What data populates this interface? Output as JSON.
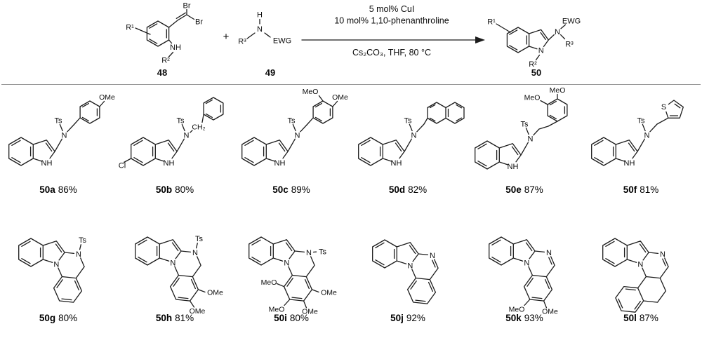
{
  "scheme": {
    "conditions": {
      "line1": "5 mol% CuI",
      "line2": "10 mol% 1,10-phenanthroline",
      "line3": "Cs₂CO₃, THF, 80 °C"
    },
    "plus": "+",
    "c48": {
      "num": "48",
      "r1": "R¹",
      "br1": "Br",
      "br2": "Br",
      "nh": "NH",
      "r2": "R²"
    },
    "c49": {
      "num": "49",
      "h": "H",
      "n": "N",
      "r3": "R³",
      "ewg": "EWG"
    },
    "c50": {
      "num": "50",
      "r1": "R¹",
      "n_exo": "N",
      "ewg": "EWG",
      "r3": "R³",
      "n_ring": "N",
      "r2": "R²"
    }
  },
  "products": [
    {
      "id": "50a",
      "yield": "86%",
      "labels": {
        "ts": "Ts",
        "n": "N",
        "nh": "NH",
        "ome": "OMe"
      }
    },
    {
      "id": "50b",
      "yield": "80%",
      "labels": {
        "ts": "Ts",
        "n": "N",
        "nh": "NH",
        "cl": "Cl",
        "ch2": "CH₂"
      }
    },
    {
      "id": "50c",
      "yield": "89%",
      "labels": {
        "ts": "Ts",
        "n": "N",
        "nh": "NH",
        "meo": "MeO",
        "ome": "OMe"
      }
    },
    {
      "id": "50d",
      "yield": "82%",
      "labels": {
        "ts": "Ts",
        "n": "N",
        "nh": "NH"
      }
    },
    {
      "id": "50e",
      "yield": "87%",
      "labels": {
        "ts": "Ts",
        "n": "N",
        "nh": "NH",
        "meo_top": "MeO",
        "meo_left": "MeO"
      }
    },
    {
      "id": "50f",
      "yield": "81%",
      "labels": {
        "ts": "Ts",
        "n": "N",
        "nh": "NH",
        "s": "S"
      }
    },
    {
      "id": "50g",
      "yield": "80%",
      "labels": {
        "ts": "Ts",
        "n1": "N",
        "n3": "N"
      }
    },
    {
      "id": "50h",
      "yield": "81%",
      "labels": {
        "ts": "Ts",
        "n1": "N",
        "n3": "N",
        "ome1": "OMe",
        "ome2": "OMe"
      }
    },
    {
      "id": "50i",
      "yield": "80%",
      "labels": {
        "ts": "Ts",
        "n1": "N",
        "n3": "N",
        "meo1": "MeO",
        "meo2": "MeO",
        "ome1": "OMe",
        "ome2": "OMe"
      }
    },
    {
      "id": "50j",
      "yield": "92%",
      "labels": {
        "n1": "N",
        "n3": "N"
      }
    },
    {
      "id": "50k",
      "yield": "93%",
      "labels": {
        "n1": "N",
        "n3": "N",
        "meo": "MeO",
        "ome": "OMe"
      }
    },
    {
      "id": "50l",
      "yield": "87%",
      "labels": {
        "n1": "N",
        "n3": "N"
      }
    }
  ]
}
